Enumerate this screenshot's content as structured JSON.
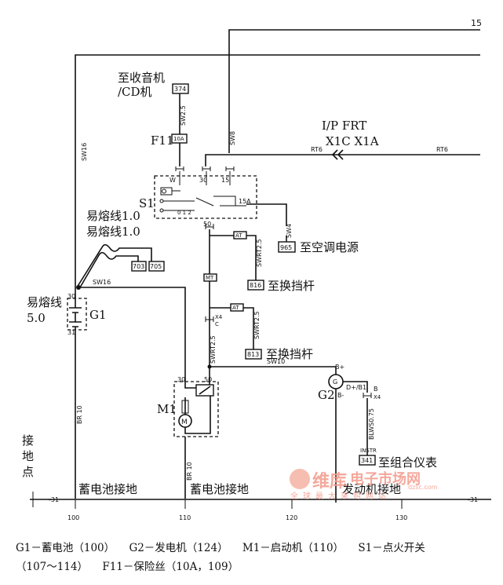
{
  "labels": {
    "wire_15": "15",
    "radio_dest": "至收音机",
    "radio_dest_2": "/CD机",
    "conn_374": "374",
    "sw25": "SW2.5",
    "sw8": "SW8",
    "f11": "F11",
    "fuse_10a": "10A",
    "ip_frt": "I/P FRT",
    "x1c_x1a": "X1C X1A",
    "rt6": "RT6",
    "sw16": "SW16",
    "sw16_b": "SW16",
    "s1": "S1",
    "term_w": "W",
    "term_30": "30",
    "term_15": "15",
    "term_15a": "15A",
    "term_50": "50",
    "switch_pos": "0 1 2",
    "sw4": "SW4",
    "conn_965": "965",
    "ac_power": "至空调电源",
    "fusible_1a": "易熔线1.0",
    "fusible_1b": "易熔线1.0",
    "conn_703": "703",
    "conn_705": "705",
    "at": "AT",
    "mt": "MT",
    "swrt25": "SWRT2.5",
    "conn_816": "816",
    "to_shift_1": "至换挡杆",
    "fusible_5": "易熔线",
    "fusible_5_val": "5.0",
    "g1": "G1",
    "batt_30": "30",
    "batt_31": "31",
    "x4": "X4",
    "x4_c": "C",
    "conn_813": "813",
    "to_shift_2": "至换挡杆",
    "sw10": "SW10",
    "m1": "M1",
    "mot_30": "30",
    "mot_50": "50",
    "g2": "G2",
    "b_plus": "B+",
    "b_minus": "B-",
    "d_plus": "D+/B1",
    "instr": "INSTR",
    "blwsd": "BLWS0.75",
    "conn_341": "341",
    "to_cluster": "至组合仪表",
    "ground_point": "接地点",
    "ground_1": "接",
    "ground_2": "地",
    "ground_3": "点",
    "br10_a": "BR 10",
    "br10_b": "BR 10",
    "minus31_left": "-31",
    "minus31_right": "-31",
    "batt_ground_1": "蓄电池接地",
    "batt_ground_2": "蓄电池接地",
    "engine_ground": "发动机接地",
    "x_100": "100",
    "x_110": "110",
    "x_120": "120",
    "x_130": "130",
    "watermark_logo": "维库",
    "watermark_text": "电子市场网",
    "watermark_sub": "全球最大采购网站",
    "watermark_url": "dzsc.com"
  },
  "legend": {
    "g1": "G1－蓄电池（100）",
    "g2": "G2－发电机（124）",
    "m1": "M1－启动机（110）",
    "s1": "S1－点火开关",
    "s1_range": "（107～114）",
    "f11": "F11－保险丝（10A，109）"
  }
}
